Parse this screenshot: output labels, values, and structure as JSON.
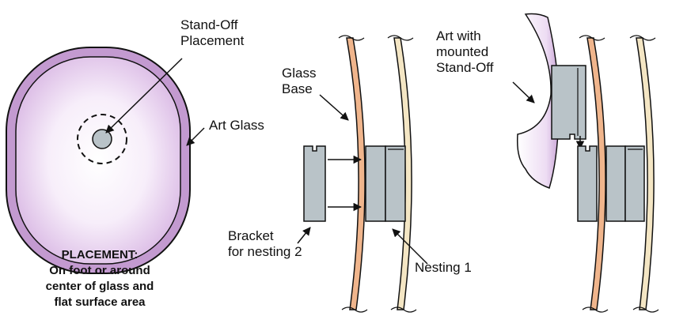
{
  "labels": {
    "standoff_line1": "Stand-Off",
    "standoff_line2": "Placement",
    "art_glass": "Art Glass",
    "glass_base_line1": "Glass",
    "glass_base_line2": "Base",
    "art_mounted_line1": "Art with",
    "art_mounted_line2": "mounted",
    "art_mounted_line3": "Stand-Off",
    "bracket_line1": "Bracket",
    "bracket_line2": "for nesting 2",
    "nesting1": "Nesting 1"
  },
  "caption": {
    "line1": "PLACEMENT:",
    "line2": "On foot or around",
    "line3": "center of glass and",
    "line4": "flat surface area"
  },
  "colors": {
    "glass_outline": "#c9a0d0",
    "glass_fill_center": "#ffffff",
    "glass_fill_edge": "#e3c6ea",
    "orange_glass": "#f0b58c",
    "cream_glass": "#f4e6c4",
    "block_fill": "#b9c3c8",
    "stroke": "#111111"
  }
}
